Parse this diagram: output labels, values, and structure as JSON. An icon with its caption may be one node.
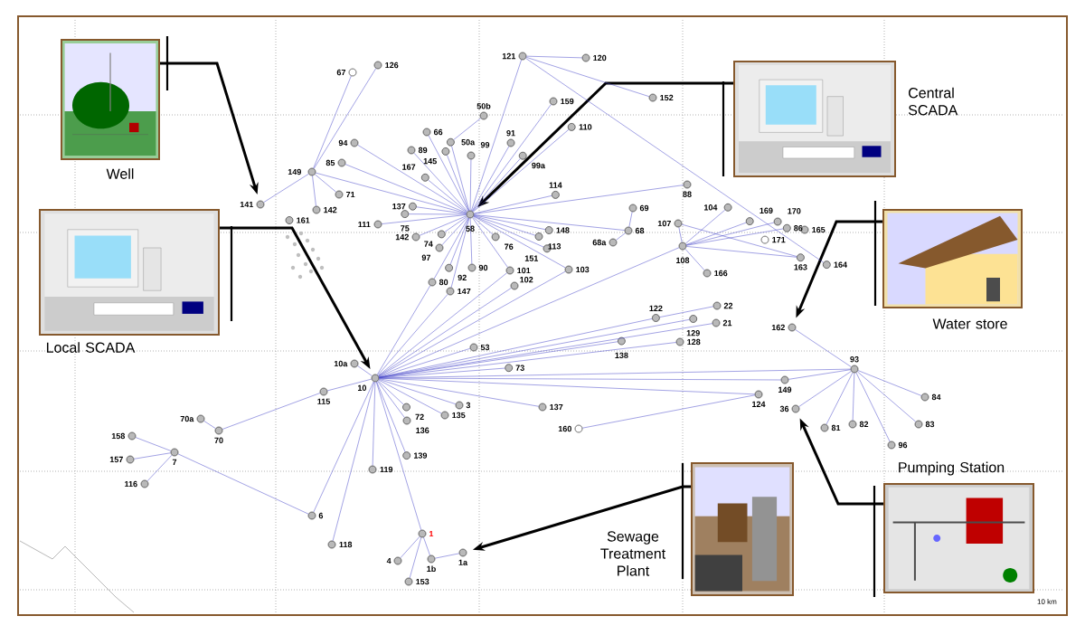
{
  "diagram": {
    "nodes": [
      {
        "text": [],
        "shape": "picture",
        "beside": [
          "Well"
        ]
      },
      {
        "text": [],
        "shape": "picture",
        "beside": [
          "Central SCADA"
        ]
      },
      {
        "text": [],
        "shape": "picture",
        "beside": [
          "Local SCADA"
        ]
      },
      {
        "text": [],
        "shape": "picture",
        "beside": [
          "Water store"
        ]
      },
      {
        "text": [],
        "shape": "picture",
        "beside": [
          "Pumping Station"
        ]
      },
      {
        "text": [],
        "shape": "picture",
        "beside": [
          "Sewage Treatment Plant"
        ]
      },
      {
        "text": [
          "67"
        ]
      },
      {
        "text": [
          "126"
        ]
      },
      {
        "text": [
          "121"
        ]
      },
      {
        "text": [
          "120"
        ]
      },
      {
        "text": [
          "152"
        ]
      },
      {
        "text": [
          "159"
        ]
      },
      {
        "text": [
          "110"
        ]
      },
      {
        "text": [
          "50b"
        ]
      },
      {
        "text": [
          "66"
        ]
      },
      {
        "text": [
          "89"
        ]
      },
      {
        "text": [
          "50a"
        ]
      },
      {
        "text": [
          "91"
        ]
      },
      {
        "text": [
          "94"
        ]
      },
      {
        "text": [
          "85"
        ]
      },
      {
        "text": [
          "99"
        ]
      },
      {
        "text": [
          "99a"
        ]
      },
      {
        "text": [
          "149"
        ]
      },
      {
        "text": [
          "145"
        ]
      },
      {
        "text": [
          "167"
        ]
      },
      {
        "text": [
          "137"
        ]
      },
      {
        "text": [
          "88"
        ]
      },
      {
        "text": [
          "71"
        ]
      },
      {
        "text": [
          "114"
        ]
      },
      {
        "text": [
          "141"
        ]
      },
      {
        "text": [
          "142"
        ]
      },
      {
        "text": [
          "75"
        ]
      },
      {
        "text": [
          "74"
        ]
      },
      {
        "text": [
          "58"
        ]
      },
      {
        "text": [
          "104"
        ]
      },
      {
        "text": [
          "69"
        ]
      },
      {
        "text": [
          "169"
        ]
      },
      {
        "text": [
          "170"
        ]
      },
      {
        "text": [
          "107"
        ]
      },
      {
        "text": [
          "111"
        ]
      },
      {
        "text": [
          "148"
        ]
      },
      {
        "text": [
          "165"
        ]
      },
      {
        "text": [
          "86"
        ]
      },
      {
        "text": [
          "161"
        ]
      },
      {
        "text": [
          "142"
        ]
      },
      {
        "text": [
          "92"
        ]
      },
      {
        "text": [
          "76"
        ]
      },
      {
        "text": [
          "68"
        ]
      },
      {
        "text": [
          "97"
        ]
      },
      {
        "text": [
          "68a"
        ]
      },
      {
        "text": [
          "113"
        ]
      },
      {
        "text": [
          "108"
        ]
      },
      {
        "text": [
          "171"
        ]
      },
      {
        "text": [
          "163"
        ]
      },
      {
        "text": [
          "164"
        ]
      },
      {
        "text": [
          "151"
        ]
      },
      {
        "text": [
          "90"
        ]
      },
      {
        "text": [
          "103"
        ]
      },
      {
        "text": [
          "101"
        ]
      },
      {
        "text": [
          "166"
        ]
      },
      {
        "text": [
          "80"
        ]
      },
      {
        "text": [
          "102"
        ]
      },
      {
        "text": [
          "147"
        ]
      },
      {
        "text": [
          "22"
        ]
      },
      {
        "text": [
          "129"
        ]
      },
      {
        "text": [
          "21"
        ]
      },
      {
        "text": [
          "122"
        ]
      },
      {
        "text": [
          "162"
        ]
      },
      {
        "text": [
          "138"
        ]
      },
      {
        "text": [
          "128"
        ]
      },
      {
        "text": [
          "53"
        ]
      },
      {
        "text": [
          "73"
        ]
      },
      {
        "text": [
          "10a"
        ]
      },
      {
        "text": [
          "93"
        ]
      },
      {
        "text": [
          "10"
        ]
      },
      {
        "text": [
          "149"
        ]
      },
      {
        "text": [
          "115"
        ]
      },
      {
        "text": [
          "124"
        ]
      },
      {
        "text": [
          "84"
        ]
      },
      {
        "text": [
          "3"
        ]
      },
      {
        "text": [
          "137"
        ]
      },
      {
        "text": [
          "36"
        ]
      },
      {
        "text": [
          "72"
        ]
      },
      {
        "text": [
          "136"
        ]
      },
      {
        "text": [
          "135"
        ]
      },
      {
        "text": [
          "70a"
        ]
      },
      {
        "text": [
          "82"
        ]
      },
      {
        "text": [
          "83"
        ]
      },
      {
        "text": [
          "81"
        ]
      },
      {
        "text": [
          "160"
        ]
      },
      {
        "text": [
          "70"
        ]
      },
      {
        "text": [
          "158"
        ]
      },
      {
        "text": [
          "96"
        ]
      },
      {
        "text": [
          "7"
        ]
      },
      {
        "text": [
          "139"
        ]
      },
      {
        "text": [
          "157"
        ]
      },
      {
        "text": [
          "119"
        ]
      },
      {
        "text": [
          "116"
        ]
      },
      {
        "text": [
          "6"
        ]
      },
      {
        "text": [
          "1"
        ]
      },
      {
        "text": [
          "118"
        ]
      },
      {
        "text": [
          "1a"
        ]
      },
      {
        "text": [
          "1b"
        ]
      },
      {
        "text": [
          "4"
        ]
      },
      {
        "text": [
          "153"
        ]
      }
    ],
    "edges": [
      {
        "from": 0,
        "to": 29,
        "arrow": "to",
        "style": "thick",
        "color": "#000000"
      },
      {
        "from": 1,
        "to": 33,
        "arrow": "to",
        "style": "thick",
        "color": "#000000"
      },
      {
        "from": 2,
        "to": 74,
        "arrow": "to",
        "style": "thick",
        "color": "#000000"
      },
      {
        "from": 3,
        "to": 67,
        "arrow": "to",
        "style": "thick",
        "color": "#000000"
      },
      {
        "from": 4,
        "to": 81,
        "arrow": "to",
        "style": "thick",
        "color": "#000000"
      },
      {
        "from": 5,
        "to": 101,
        "arrow": "to",
        "style": "thick",
        "color": "#000000"
      },
      {
        "from": 22,
        "to": 29,
        "arrow": "none"
      },
      {
        "from": 22,
        "to": 6,
        "arrow": "none"
      },
      {
        "from": 22,
        "to": 7,
        "arrow": "none"
      },
      {
        "from": 22,
        "to": 30,
        "arrow": "none"
      },
      {
        "from": 22,
        "to": 27,
        "arrow": "none"
      },
      {
        "from": 22,
        "to": 33,
        "arrow": "none"
      },
      {
        "from": 33,
        "to": 18,
        "arrow": "none"
      },
      {
        "from": 33,
        "to": 19,
        "arrow": "none"
      },
      {
        "from": 33,
        "to": 39,
        "arrow": "none"
      },
      {
        "from": 33,
        "to": 31,
        "arrow": "none"
      },
      {
        "from": 33,
        "to": 32,
        "arrow": "none"
      },
      {
        "from": 33,
        "to": 44,
        "arrow": "none"
      },
      {
        "from": 33,
        "to": 48,
        "arrow": "none"
      },
      {
        "from": 33,
        "to": 45,
        "arrow": "none"
      },
      {
        "from": 33,
        "to": 46,
        "arrow": "none"
      },
      {
        "from": 33,
        "to": 14,
        "arrow": "none"
      },
      {
        "from": 33,
        "to": 15,
        "arrow": "none"
      },
      {
        "from": 33,
        "to": 16,
        "arrow": "none"
      },
      {
        "from": 33,
        "to": 23,
        "arrow": "none"
      },
      {
        "from": 33,
        "to": 24,
        "arrow": "none"
      },
      {
        "from": 33,
        "to": 25,
        "arrow": "none"
      },
      {
        "from": 33,
        "to": 20,
        "arrow": "none"
      },
      {
        "from": 33,
        "to": 21,
        "arrow": "none"
      },
      {
        "from": 33,
        "to": 17,
        "arrow": "none"
      },
      {
        "from": 33,
        "to": 8,
        "arrow": "none"
      },
      {
        "from": 33,
        "to": 11,
        "arrow": "none"
      },
      {
        "from": 33,
        "to": 12,
        "arrow": "none"
      },
      {
        "from": 33,
        "to": 28,
        "arrow": "none"
      },
      {
        "from": 33,
        "to": 26,
        "arrow": "none"
      },
      {
        "from": 33,
        "to": 40,
        "arrow": "none"
      },
      {
        "from": 33,
        "to": 47,
        "arrow": "none"
      },
      {
        "from": 33,
        "to": 50,
        "arrow": "none"
      },
      {
        "from": 33,
        "to": 55,
        "arrow": "none"
      },
      {
        "from": 33,
        "to": 57,
        "arrow": "none"
      },
      {
        "from": 33,
        "to": 56,
        "arrow": "none"
      },
      {
        "from": 33,
        "to": 58,
        "arrow": "none"
      },
      {
        "from": 33,
        "to": 62,
        "arrow": "none"
      },
      {
        "from": 33,
        "to": 60,
        "arrow": "none"
      },
      {
        "from": 16,
        "to": 13,
        "arrow": "none"
      },
      {
        "from": 8,
        "to": 9,
        "arrow": "none"
      },
      {
        "from": 8,
        "to": 10,
        "arrow": "none"
      },
      {
        "from": 8,
        "to": 54,
        "arrow": "none"
      },
      {
        "from": 47,
        "to": 49,
        "arrow": "none"
      },
      {
        "from": 47,
        "to": 35,
        "arrow": "none"
      },
      {
        "from": 51,
        "to": 38,
        "arrow": "none"
      },
      {
        "from": 51,
        "to": 34,
        "arrow": "none"
      },
      {
        "from": 51,
        "to": 36,
        "arrow": "none"
      },
      {
        "from": 51,
        "to": 37,
        "arrow": "none"
      },
      {
        "from": 51,
        "to": 42,
        "arrow": "none"
      },
      {
        "from": 51,
        "to": 53,
        "arrow": "none"
      },
      {
        "from": 51,
        "to": 59,
        "arrow": "none"
      },
      {
        "from": 51,
        "to": 74,
        "arrow": "none"
      },
      {
        "from": 38,
        "to": 53,
        "arrow": "none"
      },
      {
        "from": 74,
        "to": 72,
        "arrow": "none"
      },
      {
        "from": 74,
        "to": 76,
        "arrow": "none"
      },
      {
        "from": 74,
        "to": 60,
        "arrow": "none"
      },
      {
        "from": 74,
        "to": 62,
        "arrow": "none"
      },
      {
        "from": 74,
        "to": 58,
        "arrow": "none"
      },
      {
        "from": 74,
        "to": 61,
        "arrow": "none"
      },
      {
        "from": 74,
        "to": 57,
        "arrow": "none"
      },
      {
        "from": 74,
        "to": 70,
        "arrow": "none"
      },
      {
        "from": 74,
        "to": 71,
        "arrow": "none"
      },
      {
        "from": 74,
        "to": 66,
        "arrow": "none"
      },
      {
        "from": 74,
        "to": 64,
        "arrow": "none"
      },
      {
        "from": 74,
        "to": 65,
        "arrow": "none"
      },
      {
        "from": 74,
        "to": 68,
        "arrow": "none"
      },
      {
        "from": 74,
        "to": 69,
        "arrow": "none"
      },
      {
        "from": 74,
        "to": 73,
        "arrow": "none"
      },
      {
        "from": 74,
        "to": 77,
        "arrow": "none"
      },
      {
        "from": 74,
        "to": 75,
        "arrow": "none"
      },
      {
        "from": 74,
        "to": 80,
        "arrow": "none"
      },
      {
        "from": 74,
        "to": 79,
        "arrow": "none"
      },
      {
        "from": 74,
        "to": 84,
        "arrow": "none"
      },
      {
        "from": 74,
        "to": 82,
        "arrow": "none"
      },
      {
        "from": 74,
        "to": 83,
        "arrow": "none"
      },
      {
        "from": 74,
        "to": 94,
        "arrow": "none"
      },
      {
        "from": 74,
        "to": 96,
        "arrow": "none"
      },
      {
        "from": 74,
        "to": 100,
        "arrow": "none"
      },
      {
        "from": 74,
        "to": 98,
        "arrow": "none"
      },
      {
        "from": 74,
        "to": 99,
        "arrow": "none"
      },
      {
        "from": 66,
        "to": 63,
        "arrow": "none"
      },
      {
        "from": 73,
        "to": 67,
        "arrow": "none"
      },
      {
        "from": 73,
        "to": 75,
        "arrow": "none"
      },
      {
        "from": 73,
        "to": 81,
        "arrow": "none"
      },
      {
        "from": 73,
        "to": 88,
        "arrow": "none"
      },
      {
        "from": 73,
        "to": 86,
        "arrow": "none"
      },
      {
        "from": 73,
        "to": 92,
        "arrow": "none"
      },
      {
        "from": 73,
        "to": 87,
        "arrow": "none"
      },
      {
        "from": 73,
        "to": 78,
        "arrow": "none"
      },
      {
        "from": 77,
        "to": 89,
        "arrow": "none"
      },
      {
        "from": 76,
        "to": 90,
        "arrow": "none"
      },
      {
        "from": 90,
        "to": 85,
        "arrow": "none"
      },
      {
        "from": 98,
        "to": 93,
        "arrow": "none"
      },
      {
        "from": 93,
        "to": 91,
        "arrow": "none"
      },
      {
        "from": 93,
        "to": 95,
        "arrow": "none"
      },
      {
        "from": 93,
        "to": 97,
        "arrow": "none"
      },
      {
        "from": 99,
        "to": 102,
        "arrow": "none"
      },
      {
        "from": 102,
        "to": 101,
        "arrow": "none"
      },
      {
        "from": 99,
        "to": 103,
        "arrow": "none"
      },
      {
        "from": 99,
        "to": 104,
        "arrow": "none"
      }
    ],
    "labels": [
      "10 km"
    ]
  }
}
